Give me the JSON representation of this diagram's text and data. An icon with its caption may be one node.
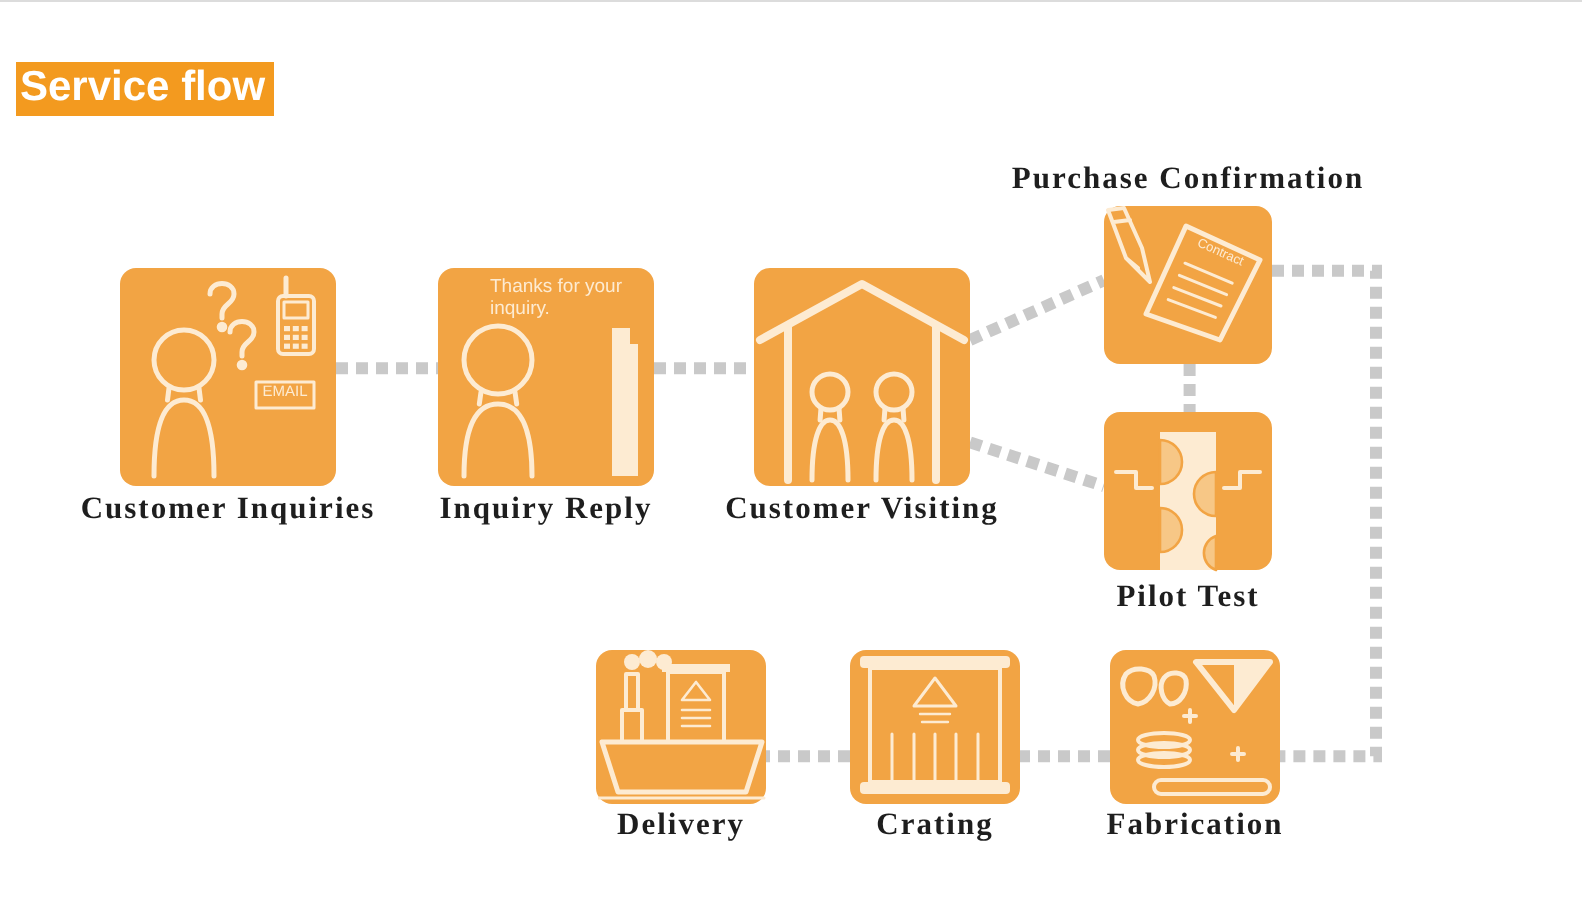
{
  "diagram": {
    "title": "Service flow",
    "nodes": [
      {
        "text": [
          "EMAIL",
          "Customer Inquiries"
        ]
      },
      {
        "text": [
          "Thanks for your inquiry.",
          "Inquiry Reply"
        ]
      },
      {
        "text": [
          "Customer Visiting"
        ]
      },
      {
        "text": [
          "Purchase Confirmation",
          "Contract"
        ]
      },
      {
        "text": [
          "Pilot Test"
        ]
      },
      {
        "text": [
          "Delivery"
        ]
      },
      {
        "text": [
          "Crating"
        ]
      },
      {
        "text": [
          "Fabrication"
        ]
      }
    ],
    "edges": [
      {
        "from": 0,
        "to": 1,
        "arrow": "none",
        "style": "dashed"
      },
      {
        "from": 1,
        "to": 2,
        "arrow": "none",
        "style": "dashed"
      },
      {
        "from": 2,
        "to": 3,
        "arrow": "none",
        "style": "dashed"
      },
      {
        "from": 2,
        "to": 4,
        "arrow": "none",
        "style": "dashed"
      },
      {
        "from": 3,
        "to": 4,
        "arrow": "none",
        "style": "dashed"
      },
      {
        "from": 3,
        "to": 7,
        "arrow": "none",
        "style": "dashed"
      },
      {
        "from": 7,
        "to": 6,
        "arrow": "none",
        "style": "dashed"
      },
      {
        "from": 6,
        "to": 5,
        "arrow": "none",
        "style": "dashed"
      }
    ]
  }
}
